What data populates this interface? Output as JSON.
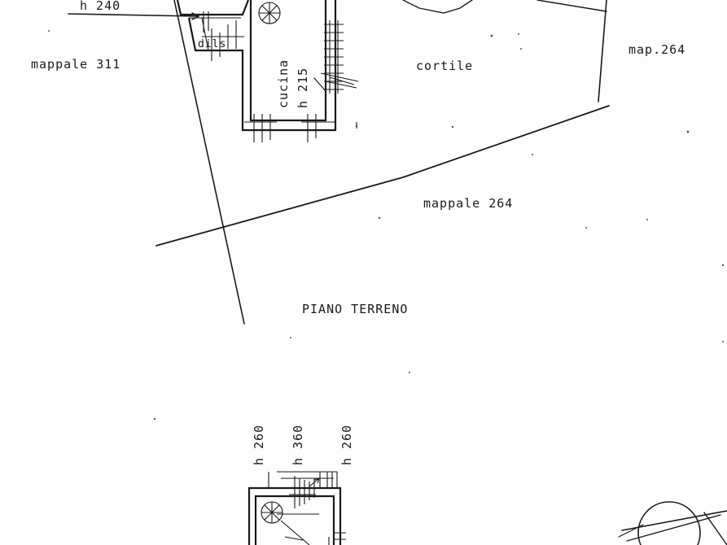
{
  "plan": {
    "labels": {
      "h240": "h 240",
      "mappale311": "mappale 311",
      "dils": "dils",
      "cucina": "cucina",
      "h215": "h 215",
      "cortile": "cortile",
      "map264": "map.264",
      "mappale264": "mappale 264",
      "piano_terreno": "PIANO TERRENO",
      "h260_left": "h 260",
      "h360": "h 360",
      "h260_right": "h 260"
    }
  }
}
